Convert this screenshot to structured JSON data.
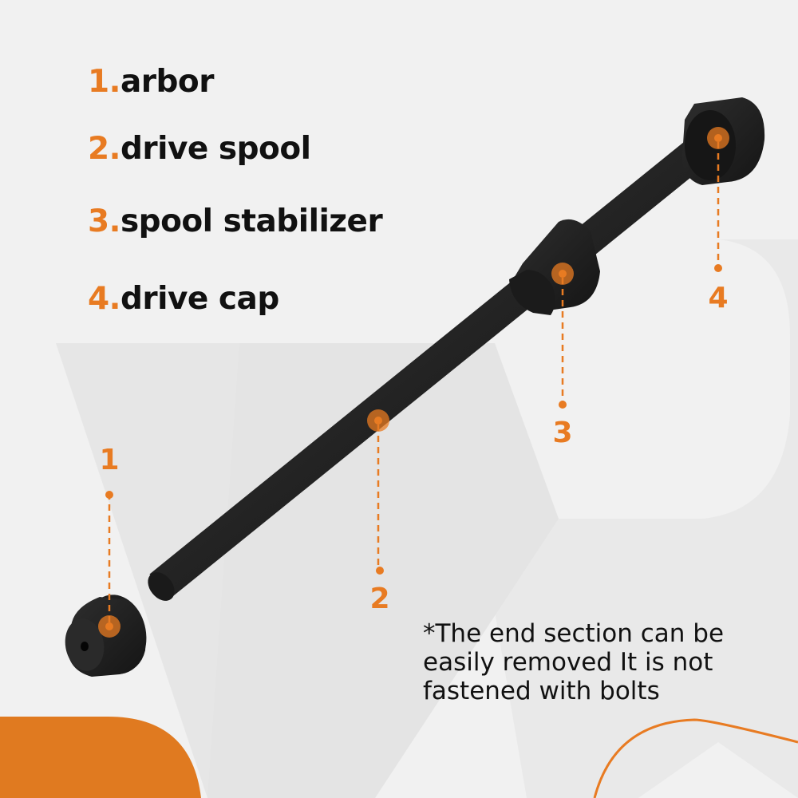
{
  "colors": {
    "accent": "#e87b22",
    "text": "#111111",
    "background": "#f1f1f1",
    "product": "#1e1e1e"
  },
  "legend": {
    "items": [
      {
        "number": "1.",
        "label": "arbor"
      },
      {
        "number": "2.",
        "label": "drive spool"
      },
      {
        "number": "3.",
        "label": "spool stabilizer"
      },
      {
        "number": "4.",
        "label": "drive cap"
      }
    ]
  },
  "callouts": [
    {
      "number": "1",
      "part": "arbor"
    },
    {
      "number": "2",
      "part": "drive spool"
    },
    {
      "number": "3",
      "part": "spool stabilizer"
    },
    {
      "number": "4",
      "part": "drive cap"
    }
  ],
  "note": {
    "text": "*The end section can be easily removed It is not fastened with bolts"
  },
  "icons": {
    "product": "arbor-assembly-illustration",
    "callout_marker": "dashed-leader-line-with-dot"
  }
}
